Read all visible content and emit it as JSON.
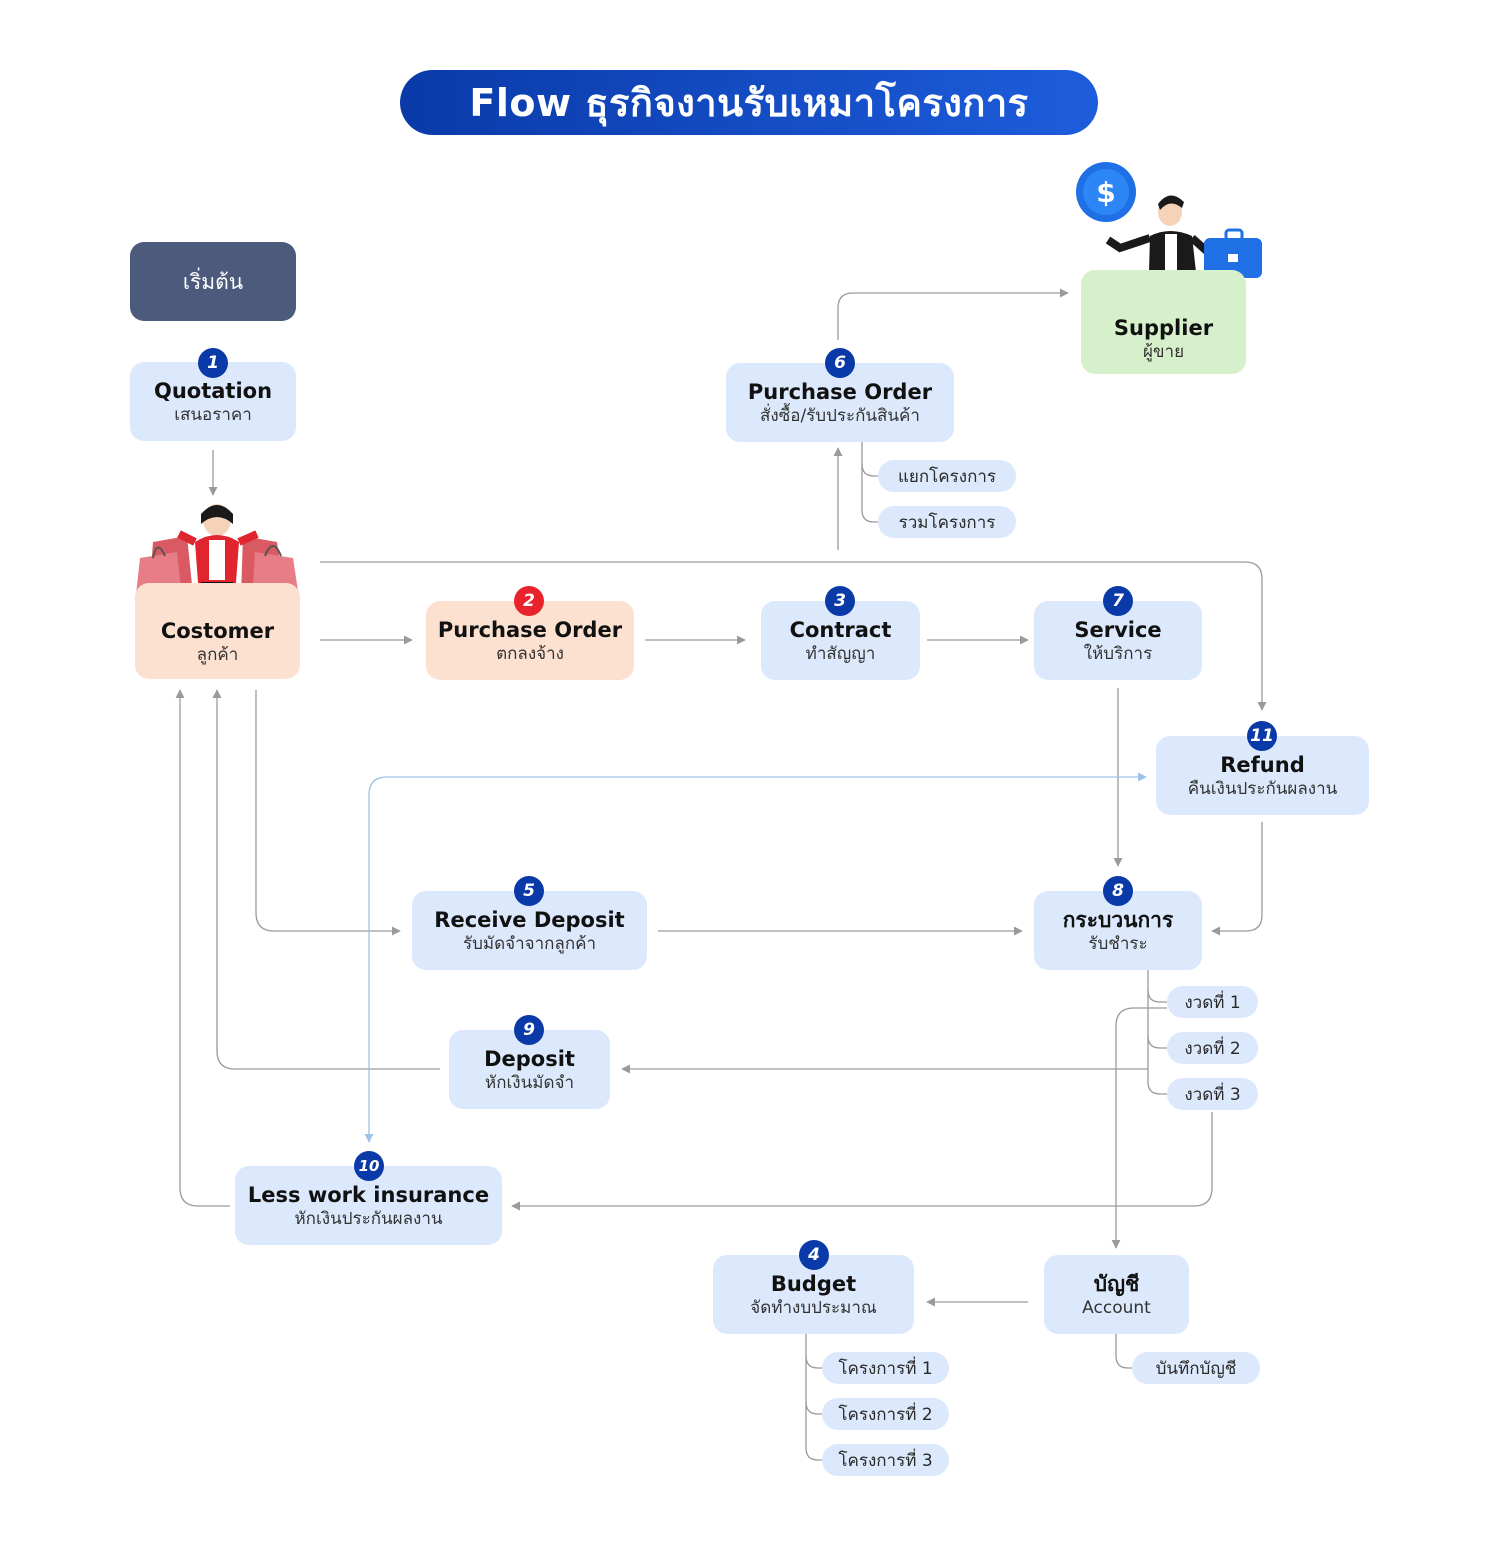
{
  "title": "Flow ธุรกิจงานรับเหมาโครงการ",
  "start": "เริ่มต้น",
  "nodes": {
    "quotation": {
      "num": "1",
      "title": "Quotation",
      "sub": "เสนอราคา"
    },
    "customer": {
      "title": "Costomer",
      "sub": "ลูกค้า"
    },
    "purchase_order_customer": {
      "num": "2",
      "title": "Purchase Order",
      "sub": "ตกลงจ้าง"
    },
    "contract": {
      "num": "3",
      "title": "Contract",
      "sub": "ทำสัญญา"
    },
    "budget": {
      "num": "4",
      "title": "Budget",
      "sub": "จัดทำงบประมาณ"
    },
    "receive_deposit": {
      "num": "5",
      "title": "Receive Deposit",
      "sub": "รับมัดจำจากลูกค้า"
    },
    "purchase_order_supplier": {
      "num": "6",
      "title": "Purchase Order",
      "sub": "สั่งซื้อ/รับประกันสินค้า"
    },
    "service": {
      "num": "7",
      "title": "Service",
      "sub": "ให้บริการ"
    },
    "payment_process": {
      "num": "8",
      "title": "กระบวนการ",
      "sub": "รับชำระ"
    },
    "deposit": {
      "num": "9",
      "title": "Deposit",
      "sub": "หักเงินมัดจำ"
    },
    "less_work_insurance": {
      "num": "10",
      "title": "Less work insurance",
      "sub": "หักเงินประกันผลงาน"
    },
    "refund": {
      "num": "11",
      "title": "Refund",
      "sub": "คืนเงินประกันผลงาน"
    },
    "supplier": {
      "title": "Supplier",
      "sub": "ผู้ขาย"
    },
    "account": {
      "title": "บัญชี",
      "sub": "Account"
    }
  },
  "pills": {
    "po_options": [
      "แยกโครงการ",
      "รวมโครงการ"
    ],
    "installments": [
      "งวดที่ 1",
      "งวดที่ 2",
      "งวดที่ 3"
    ],
    "projects": [
      "โครงการที่ 1",
      "โครงการที่ 2",
      "โครงการที่ 3"
    ],
    "account_record": "บันทึกบัญชี"
  },
  "colors": {
    "title_bg": "#0a3aa8",
    "node_blue": "#dce8fb",
    "node_peach": "#fde1d0",
    "node_green": "#d7f0cc",
    "start_bg": "#4c5a7c",
    "badge_blue": "#0a3aa8",
    "badge_red": "#e8232b",
    "arrow_gray": "#9a9a9a",
    "arrow_lightblue": "#9cc3ea"
  }
}
